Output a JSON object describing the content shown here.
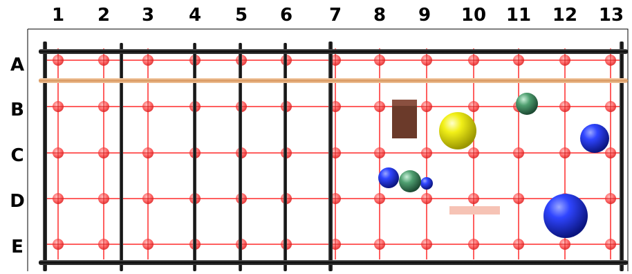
{
  "grid": {
    "columns": [
      "1",
      "2",
      "3",
      "4",
      "5",
      "6",
      "7",
      "8",
      "9",
      "10",
      "11",
      "12",
      "13"
    ],
    "rows": [
      "A",
      "B",
      "C",
      "D",
      "E"
    ]
  },
  "colors": {
    "grid_line": "#ff2a2a",
    "grid_node": "#ff5a5a",
    "frame_bar": "#111111",
    "horizontal_rod": "#e7b184",
    "block": "#6b3a2a",
    "pink_bar": "#f6c3b5",
    "sphere_blue": "#1d2fd6",
    "sphere_green": "#3f8f63",
    "sphere_yellow": "#f1ef18"
  },
  "objects": [
    {
      "kind": "block",
      "icon": "brown-block-icon"
    },
    {
      "kind": "sphere",
      "color": "yellow",
      "icon": "yellow-sphere-icon"
    },
    {
      "kind": "sphere",
      "color": "green",
      "icon": "green-sphere-icon"
    },
    {
      "kind": "sphere",
      "color": "blue",
      "icon": "blue-sphere-icon"
    },
    {
      "kind": "sphere",
      "color": "blue",
      "icon": "blue-sphere-icon"
    },
    {
      "kind": "sphere",
      "color": "green",
      "icon": "green-sphere-icon"
    },
    {
      "kind": "sphere",
      "color": "blue",
      "icon": "blue-sphere-icon"
    },
    {
      "kind": "sphere",
      "color": "blue",
      "icon": "blue-sphere-icon"
    },
    {
      "kind": "bar",
      "color": "pink",
      "icon": "pink-bar-icon"
    }
  ]
}
